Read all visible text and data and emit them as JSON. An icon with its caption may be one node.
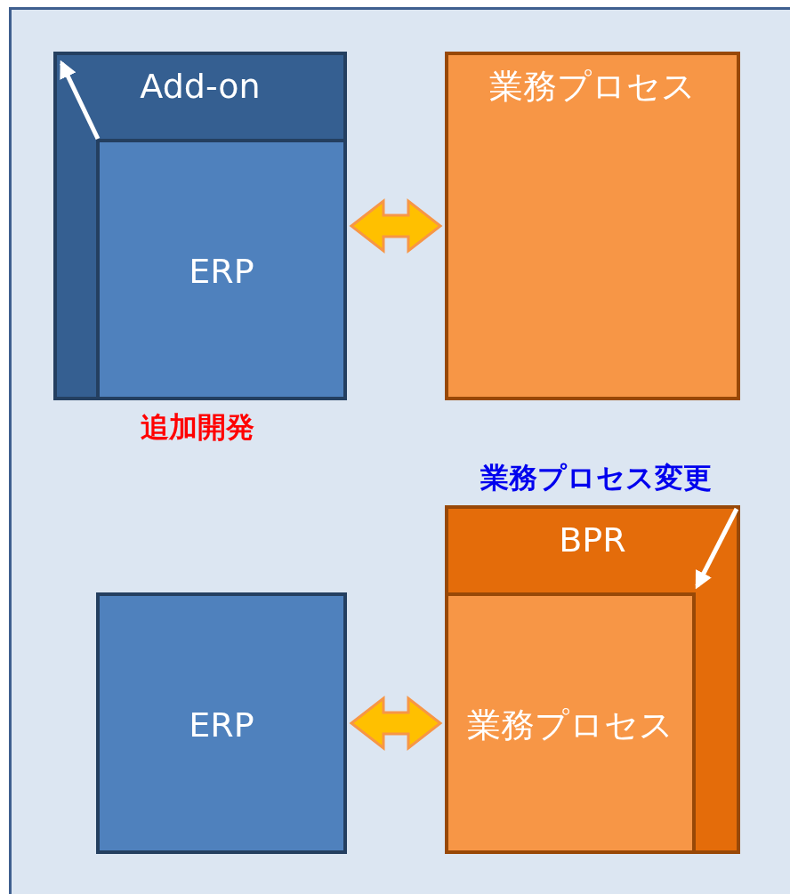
{
  "diagram": {
    "nodes": [
      {
        "text": [
          "Add-on"
        ],
        "beside": [
          "追加開発"
        ]
      },
      {
        "text": [
          "ERP"
        ],
        "in": 0
      },
      {
        "text": [
          "業務プロセス"
        ]
      },
      {
        "text": [
          "BPR"
        ],
        "beside": [
          "業務プロセス変更"
        ]
      },
      {
        "text": [
          "業務プロセス"
        ],
        "in": 3
      },
      {
        "text": [
          "ERP"
        ]
      }
    ],
    "edges": [
      {
        "from": 1,
        "to": 2,
        "arrow": "both"
      },
      {
        "from": 5,
        "to": 4,
        "arrow": "both"
      },
      {
        "from": 1,
        "to": 0,
        "arrow": "to",
        "color": "#ffffff"
      },
      {
        "from": 3,
        "to": 4,
        "arrow": "to",
        "color": "#ffffff"
      }
    ]
  }
}
